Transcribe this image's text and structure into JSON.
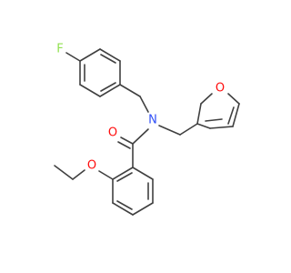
{
  "molecule": {
    "atoms": {
      "fluorine": {
        "symbol": "F",
        "color": "#90e050"
      },
      "carbonyl_oxygen": {
        "symbol": "O",
        "color": "#ff0d0d"
      },
      "amide_nitrogen": {
        "symbol": "N",
        "color": "#3050f8"
      },
      "furan_oxygen": {
        "symbol": "O",
        "color": "#ff0d0d"
      },
      "ether_oxygen": {
        "symbol": "O",
        "color": "#ff0d0d"
      }
    },
    "bond_color": "#404040"
  }
}
